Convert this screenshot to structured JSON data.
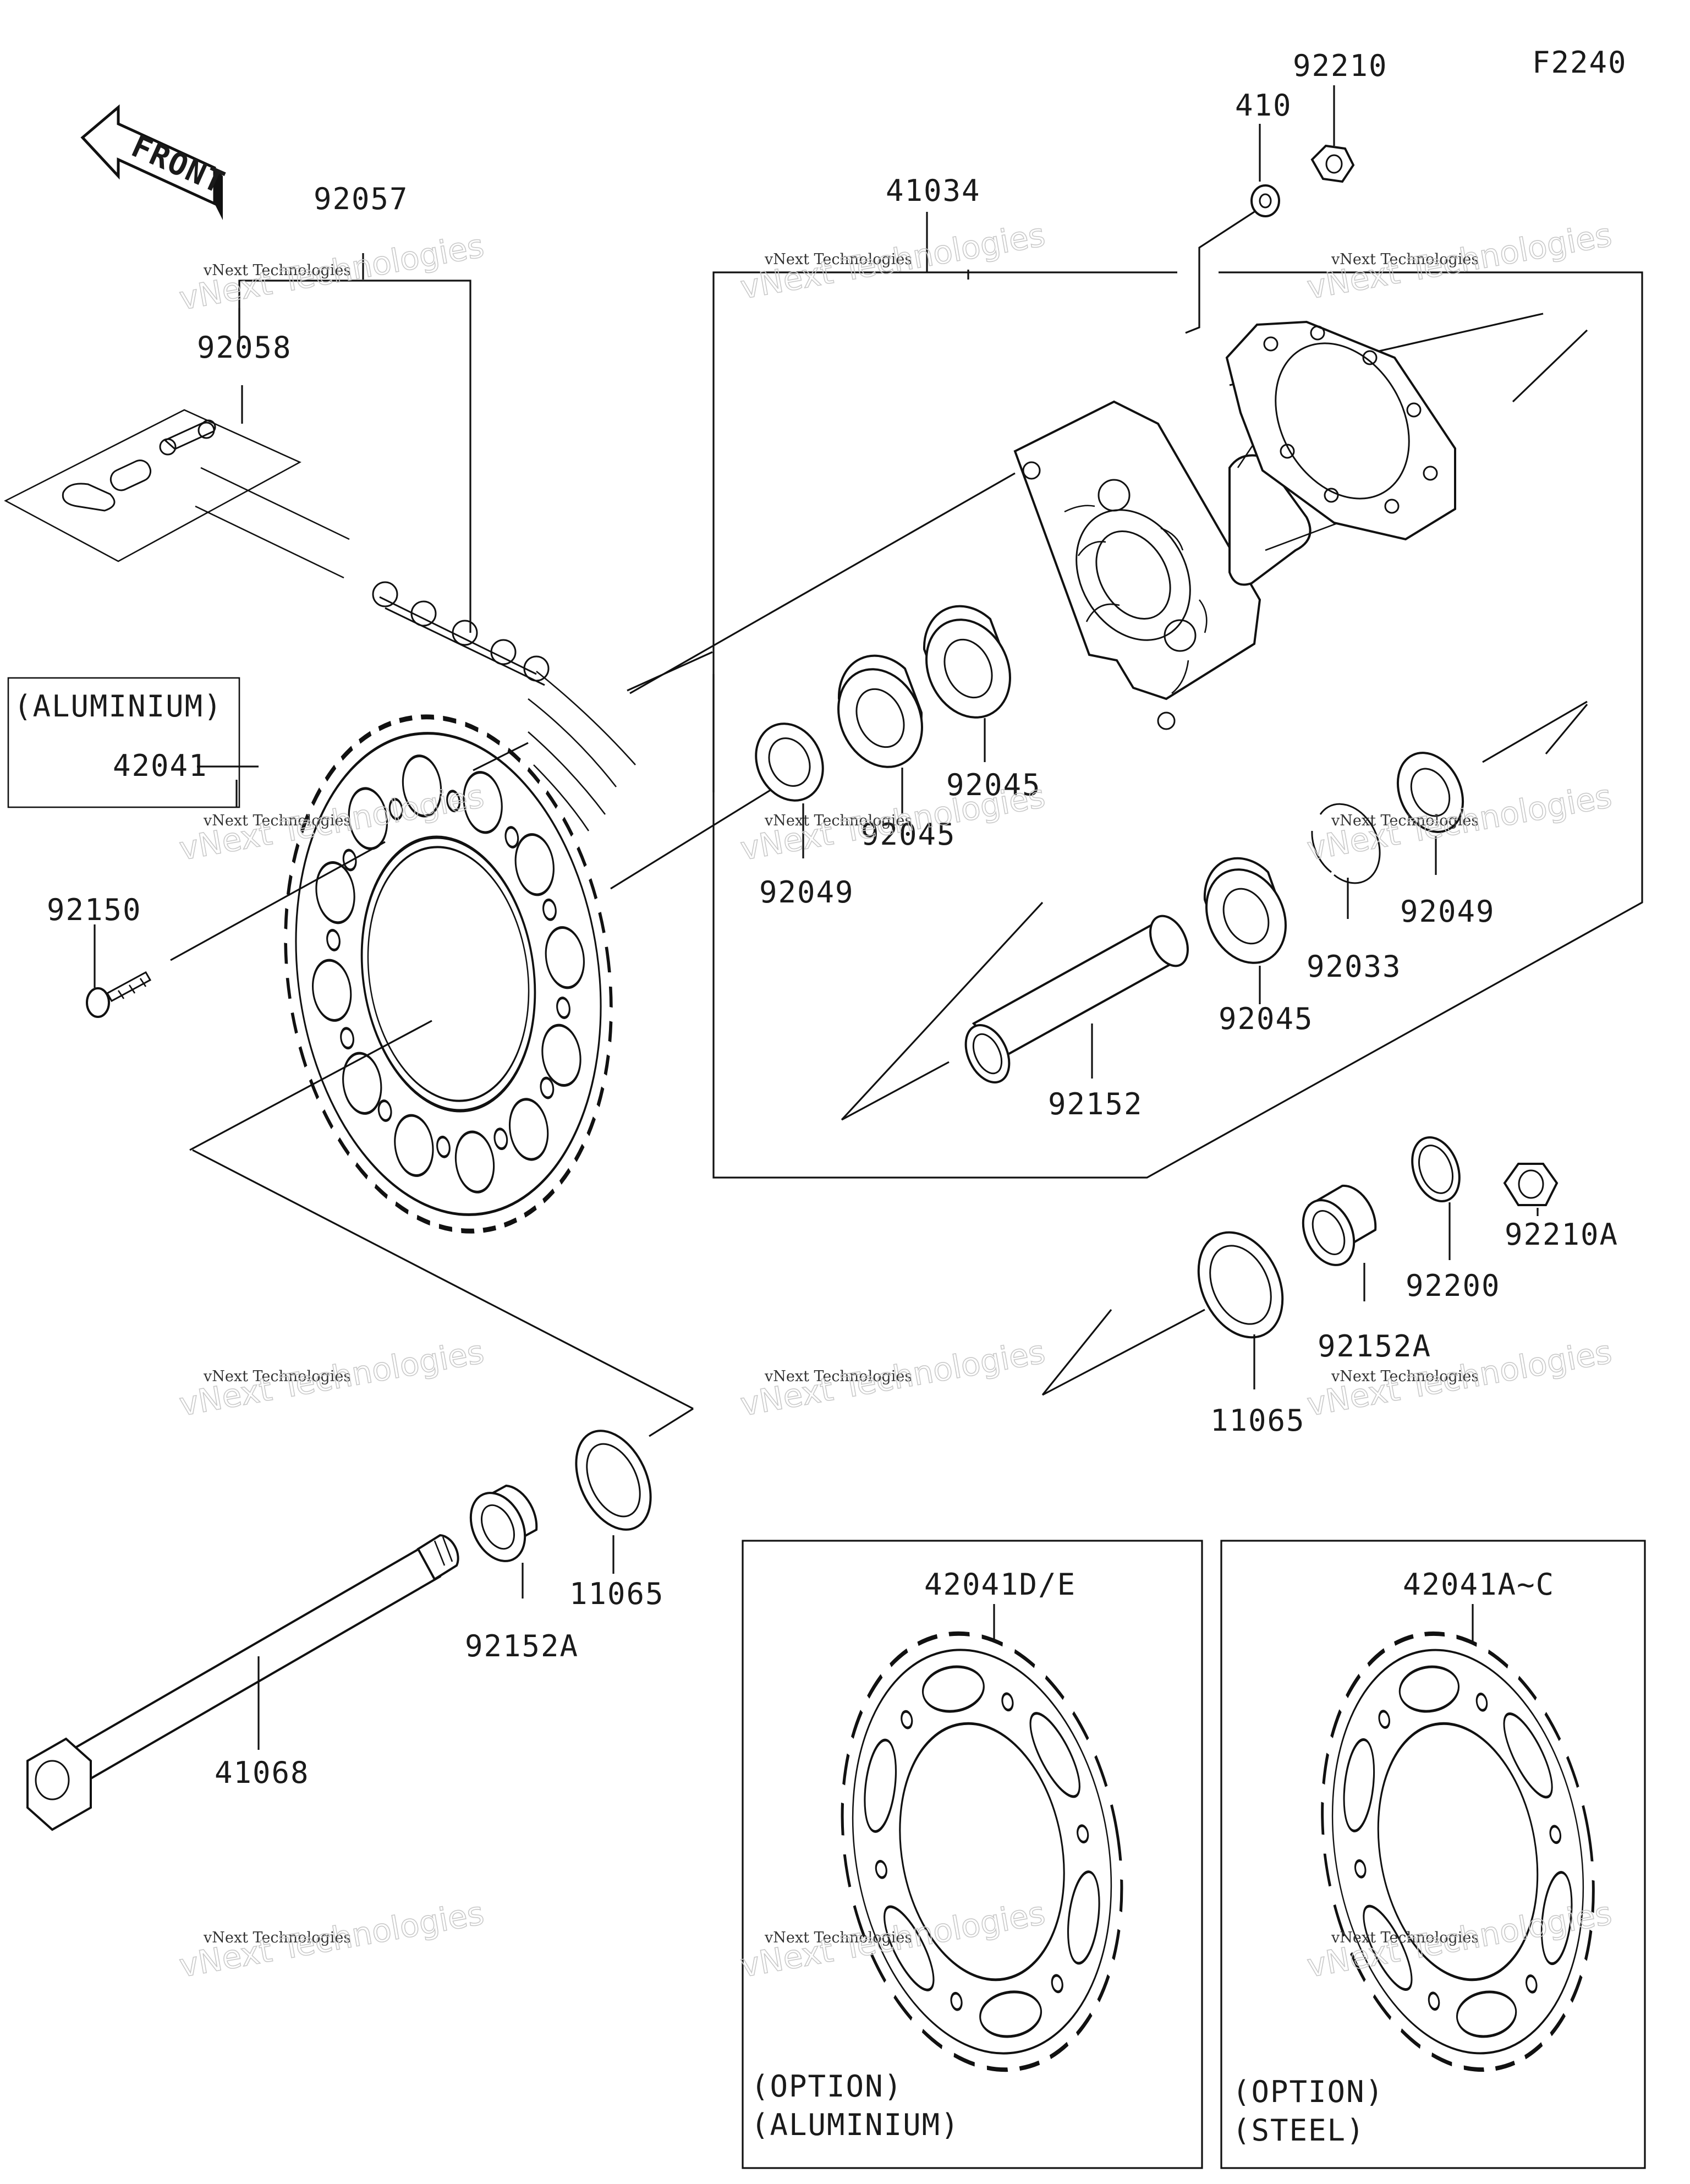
{
  "diagram_code": "F2240",
  "front_label": "FRONT",
  "watermark": {
    "line1": "vNext Technologies",
    "line2": "vNext Technologies"
  },
  "parts": {
    "p92057": "92057",
    "p92058": "92058",
    "p42041": "42041",
    "p92150": "92150",
    "p41034": "41034",
    "p410": "410",
    "p92210": "92210",
    "p92045a": "92045",
    "p92045b": "92045",
    "p92045c": "92045",
    "p92049a": "92049",
    "p92049b": "92049",
    "p92033": "92033",
    "p92152": "92152",
    "p92210A": "92210A",
    "p92200": "92200",
    "p92152A_a": "92152A",
    "p92152A_b": "92152A",
    "p11065_a": "11065",
    "p11065_b": "11065",
    "p41068": "41068",
    "p42041DE": "42041D/E",
    "p42041AC": "42041A~C"
  },
  "notes": {
    "aluminium": "(ALUMINIUM)",
    "option1_l1": "(OPTION)",
    "option1_l2": "(ALUMINIUM)",
    "option2_l1": "(OPTION)",
    "option2_l2": "(STEEL)"
  },
  "icons": [
    "front-arrow-icon",
    "sprocket",
    "hub",
    "bearing",
    "oil-seal",
    "circlip",
    "collar",
    "axle",
    "nut",
    "washer",
    "chain"
  ]
}
